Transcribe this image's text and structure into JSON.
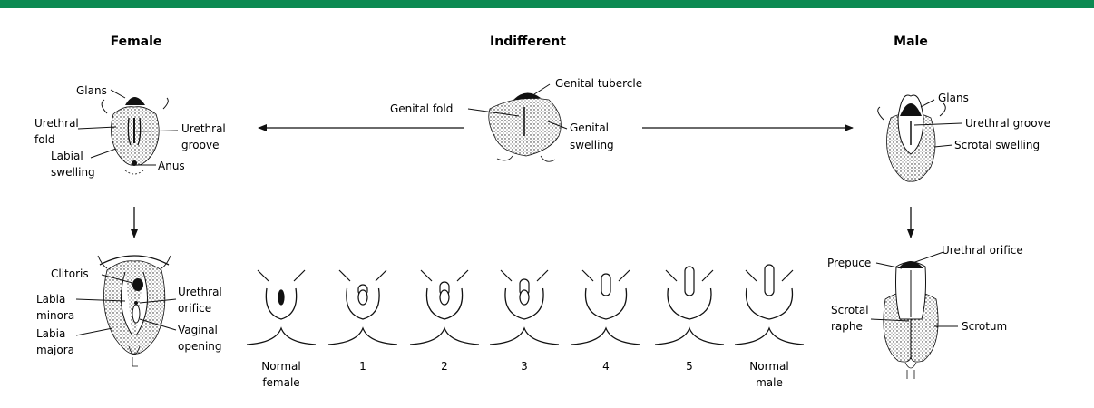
{
  "colors": {
    "top_bar": "#0c8a52",
    "ink": "#111111"
  },
  "headings": {
    "female": "Female",
    "indifferent": "Indifferent",
    "male": "Male"
  },
  "indifferent": {
    "genital_tubercle": "Genital tubercle",
    "genital_fold": "Genital fold",
    "genital_swelling": [
      "Genital",
      "swelling"
    ]
  },
  "female_early": {
    "glans": "Glans",
    "urethral_fold": [
      "Urethral",
      "fold"
    ],
    "urethral_groove": [
      "Urethral",
      "groove"
    ],
    "labial_swelling": [
      "Labial",
      "swelling"
    ],
    "anus": "Anus"
  },
  "female_late": {
    "clitoris": "Clitoris",
    "labia_minora": [
      "Labia",
      "minora"
    ],
    "labia_majora": [
      "Labia",
      "majora"
    ],
    "urethral_orifice": [
      "Urethral",
      "orifice"
    ],
    "vaginal_opening": [
      "Vaginal",
      "opening"
    ]
  },
  "male_early": {
    "glans": "Glans",
    "urethral_groove": "Urethral groove",
    "scrotal_swelling": "Scrotal swelling"
  },
  "male_late": {
    "prepuce": "Prepuce",
    "urethral_orifice": "Urethral orifice",
    "scrotal_raphe": [
      "Scrotal",
      "raphe"
    ],
    "scrotum": "Scrotum"
  },
  "stages": [
    {
      "label": [
        "Normal",
        "female"
      ]
    },
    {
      "label": [
        "1"
      ]
    },
    {
      "label": [
        "2"
      ]
    },
    {
      "label": [
        "3"
      ]
    },
    {
      "label": [
        "4"
      ]
    },
    {
      "label": [
        "5"
      ]
    },
    {
      "label": [
        "Normal",
        "male"
      ]
    }
  ]
}
